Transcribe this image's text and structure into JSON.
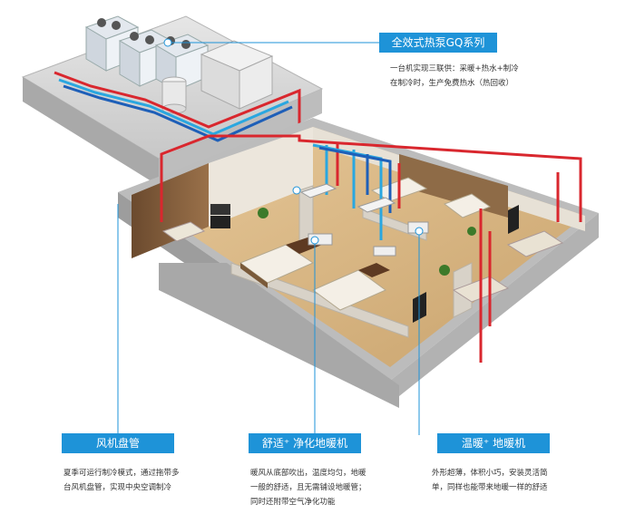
{
  "heat_pump": {
    "title": "全效式热泵GQ系列",
    "desc": [
      "一台机实现三联供：采暖+热水+制冷",
      "在制冷时，生产免费热水（热回收）"
    ]
  },
  "fan_coil": {
    "title": "风机盘管",
    "desc": [
      "夏季可运行制冷模式，通过拖带多",
      "台风机盘管，实现中央空调制冷"
    ]
  },
  "comfort_unit": {
    "title": "舒适⁺ 净化地暖机",
    "desc": [
      "暖风从底部吹出，温度均匀，地暖",
      "一般的舒适，且无需铺设地暖管；",
      "同时还附带空气净化功能"
    ]
  },
  "warm_unit": {
    "title": "温暖⁺ 地暖机",
    "desc": [
      "外形超薄，体积小巧，安装灵活简",
      "单，同样也能带来地暖一样的舒适"
    ]
  },
  "colors": {
    "accent": "#1e93d8",
    "hot_pipe": "#d9272e",
    "cold_pipe": "#2aa7e0",
    "cold_pipe_2": "#1e5fb8",
    "floor": "#d9b98a",
    "wall": "#c8c8c8"
  }
}
